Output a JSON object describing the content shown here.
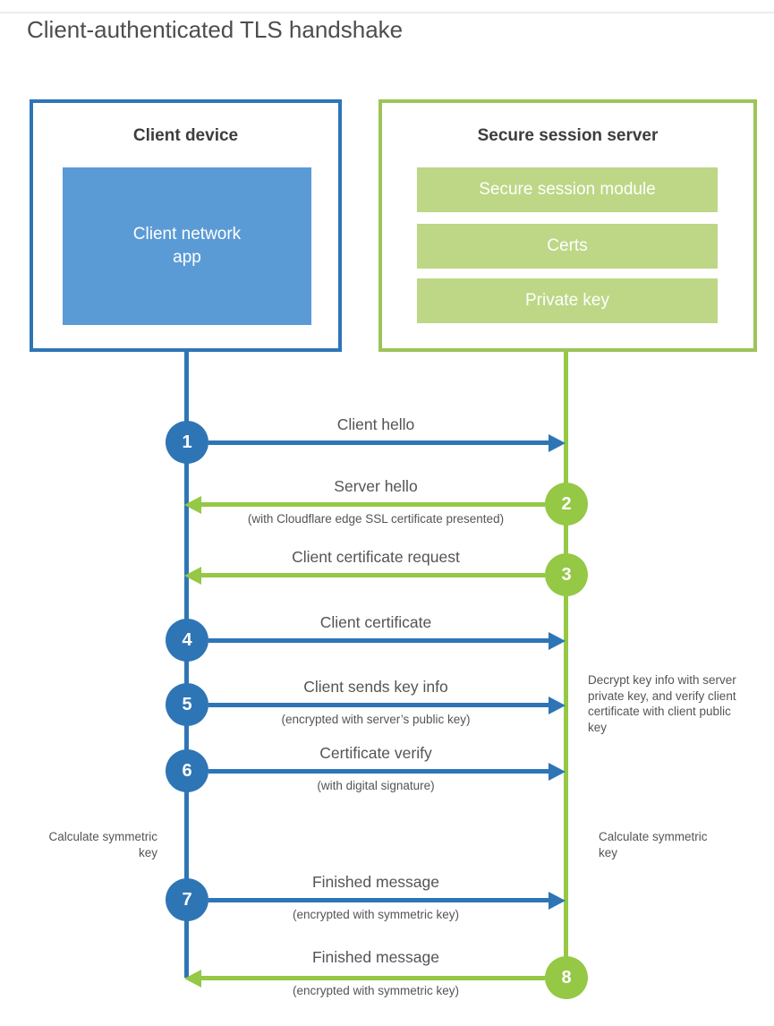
{
  "title": "Client-authenticated TLS handshake",
  "client_box": {
    "title": "Client device",
    "app_label": "Client network app"
  },
  "server_box": {
    "title": "Secure session server",
    "modules": [
      "Secure session module",
      "Certs",
      "Private key"
    ]
  },
  "steps": [
    {
      "num": "1",
      "direction": "client-to-server",
      "label": "Client hello",
      "sublabel": ""
    },
    {
      "num": "2",
      "direction": "server-to-client",
      "label": "Server hello",
      "sublabel": "(with Cloudflare edge SSL certificate presented)"
    },
    {
      "num": "3",
      "direction": "server-to-client",
      "label": "Client certificate request",
      "sublabel": ""
    },
    {
      "num": "4",
      "direction": "client-to-server",
      "label": "Client certificate",
      "sublabel": ""
    },
    {
      "num": "5",
      "direction": "client-to-server",
      "label": "Client sends key info",
      "sublabel": "(encrypted with server’s public key)"
    },
    {
      "num": "6",
      "direction": "client-to-server",
      "label": "Certificate verify",
      "sublabel": "(with digital signature)"
    },
    {
      "num": "7",
      "direction": "client-to-server",
      "label": "Finished message",
      "sublabel": "(encrypted with symmetric key)"
    },
    {
      "num": "8",
      "direction": "server-to-client",
      "label": "Finished message",
      "sublabel": "(encrypted with symmetric key)"
    }
  ],
  "notes": {
    "decrypt": "Decrypt key info with server private key, and verify client certificate with client public key",
    "calc_left": "Calculate symmetric key",
    "calc_right": "Calculate symmetric key"
  },
  "colors": {
    "client_blue": "#2e75b6",
    "client_blue_fill": "#5b9bd5",
    "server_green": "#94c845",
    "server_green_fill": "#bdd786",
    "text": "#545454"
  }
}
